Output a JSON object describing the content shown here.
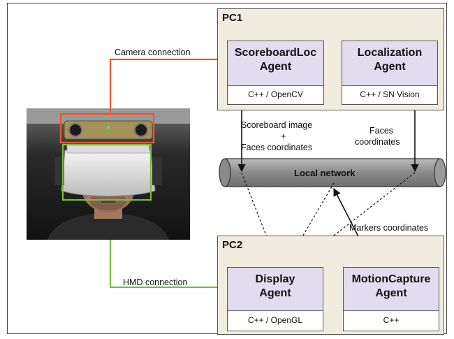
{
  "pc1": {
    "title": "PC1",
    "agents": [
      {
        "name_line1": "ScoreboardLoc",
        "name_line2": "Agent",
        "lang": "C++ / OpenCV"
      },
      {
        "name_line1": "Localization",
        "name_line2": "Agent",
        "lang": "C++ / SN Vision"
      }
    ]
  },
  "pc2": {
    "title": "PC2",
    "agents": [
      {
        "name_line1": "Display",
        "name_line2": "Agent",
        "lang": "C++ / OpenGL"
      },
      {
        "name_line1": "MotionCapture",
        "name_line2": "Agent",
        "lang": "C++"
      }
    ]
  },
  "network": {
    "label": "Local network"
  },
  "labels": {
    "camera_connection": "Camera connection",
    "hmd_connection": "HMD connection",
    "scoreboard_image": "Scoreboard image",
    "plus": "+",
    "faces_coordinates": "Faces coordinates",
    "faces": "Faces",
    "coordinates": "coordinates",
    "markers_coordinates": "Markers coordinates"
  },
  "colors": {
    "camera_line": "#ee5533",
    "hmd_line": "#77bb44",
    "pc_box": "#f1ece0",
    "agent_header": "#e1dcee",
    "network_body": "#8a8a8a"
  }
}
